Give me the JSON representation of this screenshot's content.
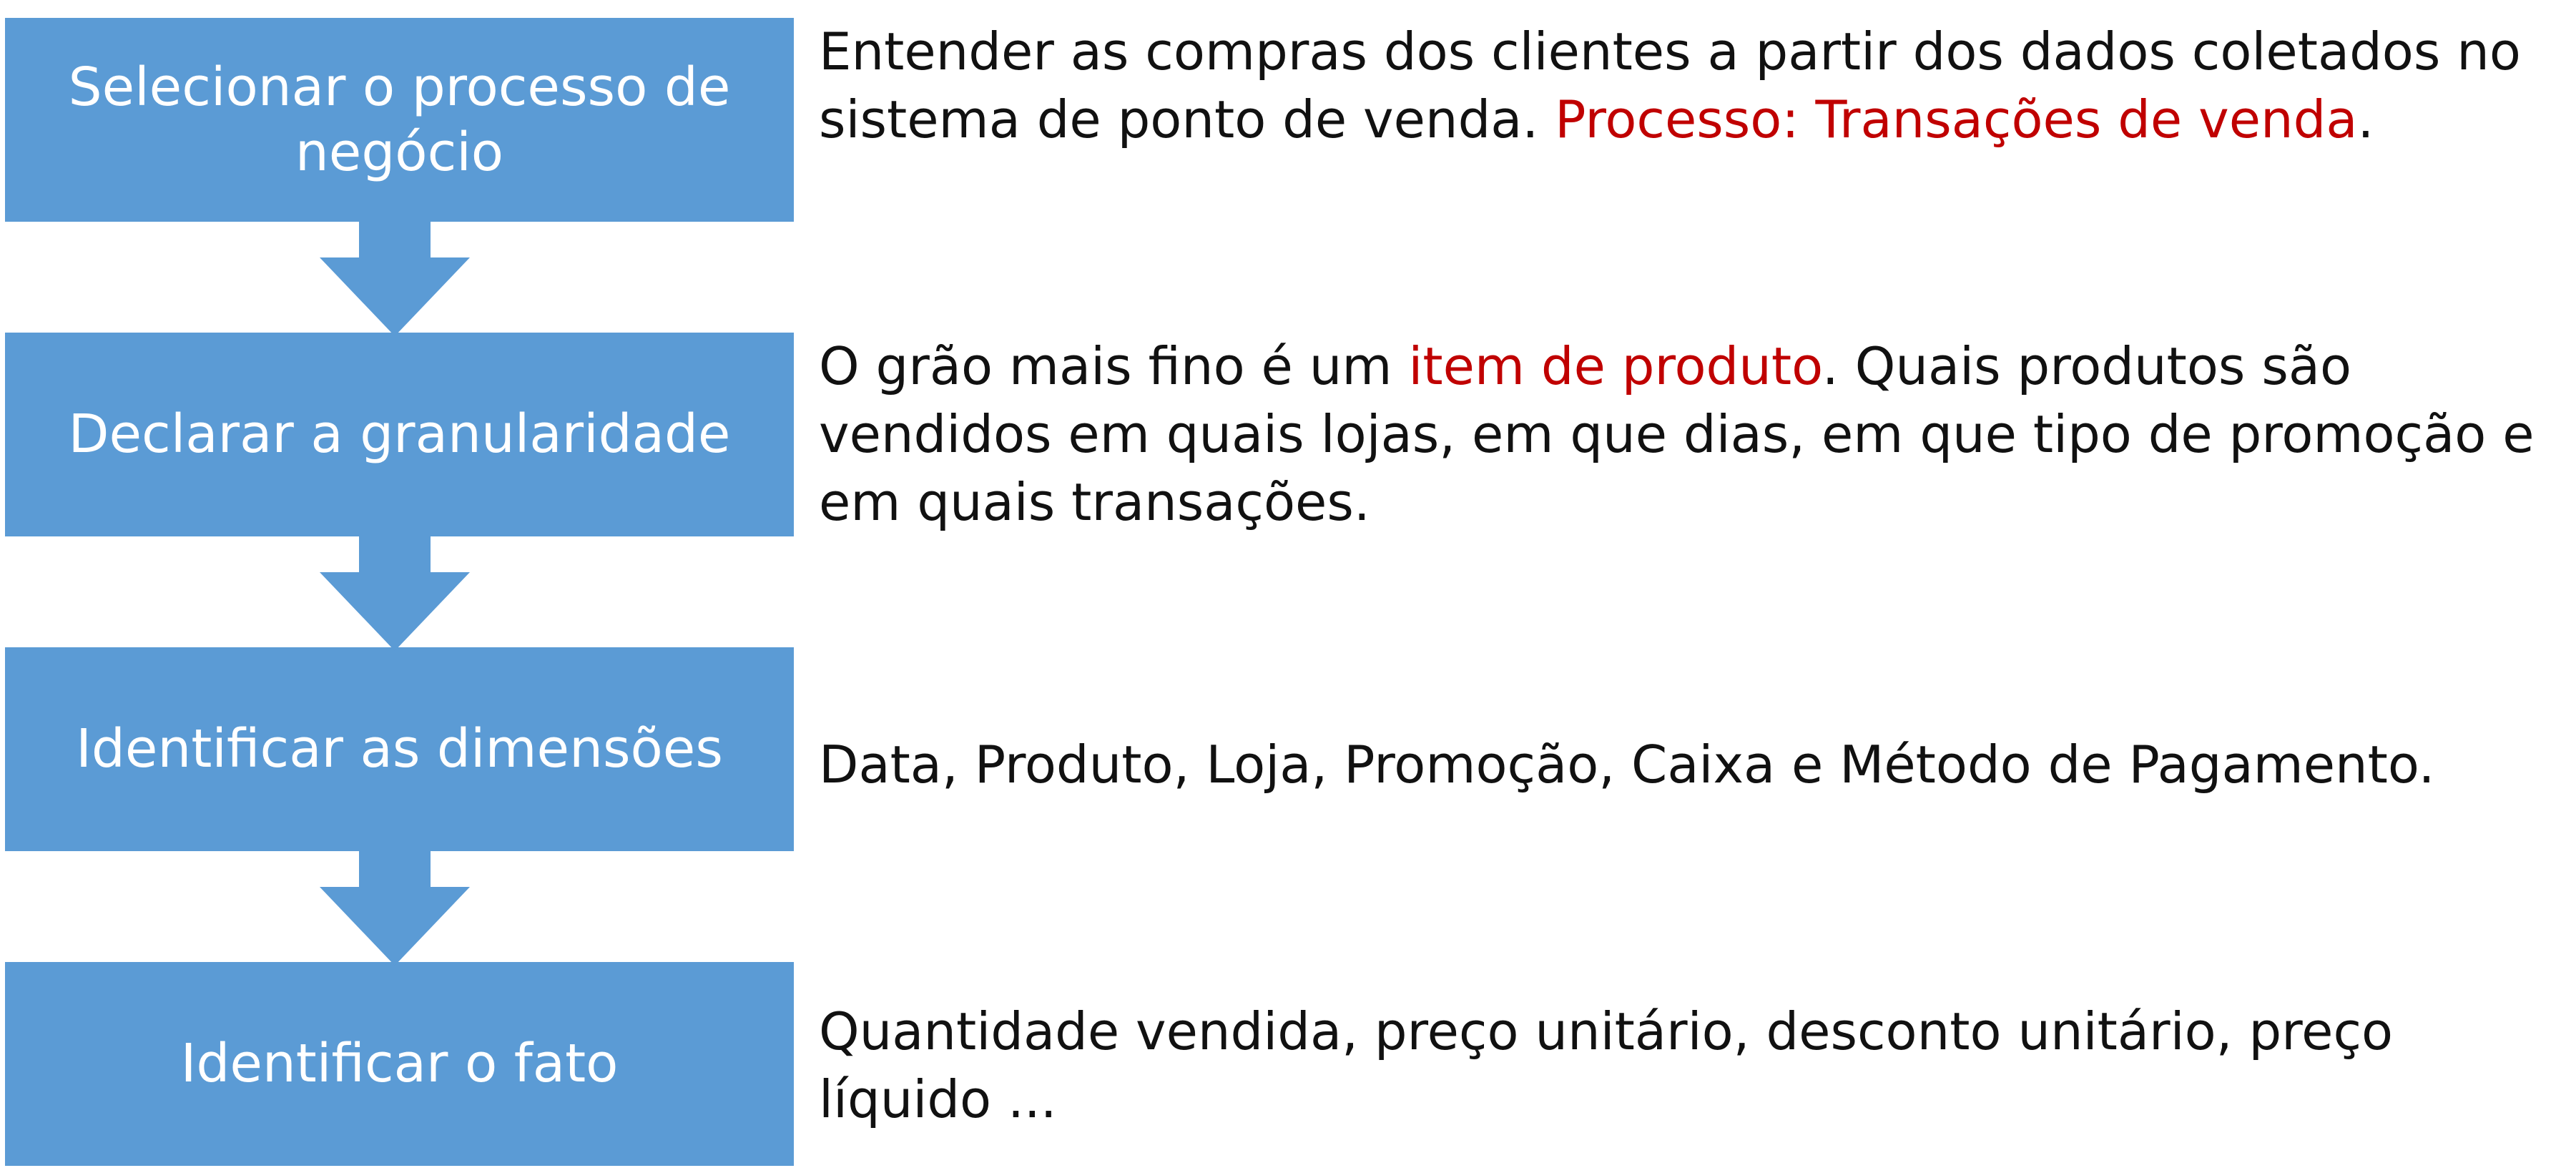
{
  "colors": {
    "box_fill": "#5b9bd5",
    "box_text": "#ffffff",
    "highlight": "#c00000",
    "body_text": "#111111"
  },
  "steps": [
    {
      "label": "Selecionar o processo de negócio",
      "desc_before": "Entender as compras dos clientes a partir dos dados coletados no sistema de ponto de venda. ",
      "desc_highlight": "Processo: Transações de venda",
      "desc_after": "."
    },
    {
      "label": "Declarar a granularidade",
      "desc_before": "O grão mais fino é um ",
      "desc_highlight": "item de produto",
      "desc_after": ". Quais produtos são vendidos em quais lojas, em que dias, em que tipo de promoção e em quais transações."
    },
    {
      "label": "Identificar as dimensões",
      "desc": "Data, Produto, Loja, Promoção, Caixa e Método de Pagamento."
    },
    {
      "label": "Identificar o fato",
      "desc": "Quantidade vendida, preço unitário, desconto unitário, preço líquido ..."
    }
  ]
}
